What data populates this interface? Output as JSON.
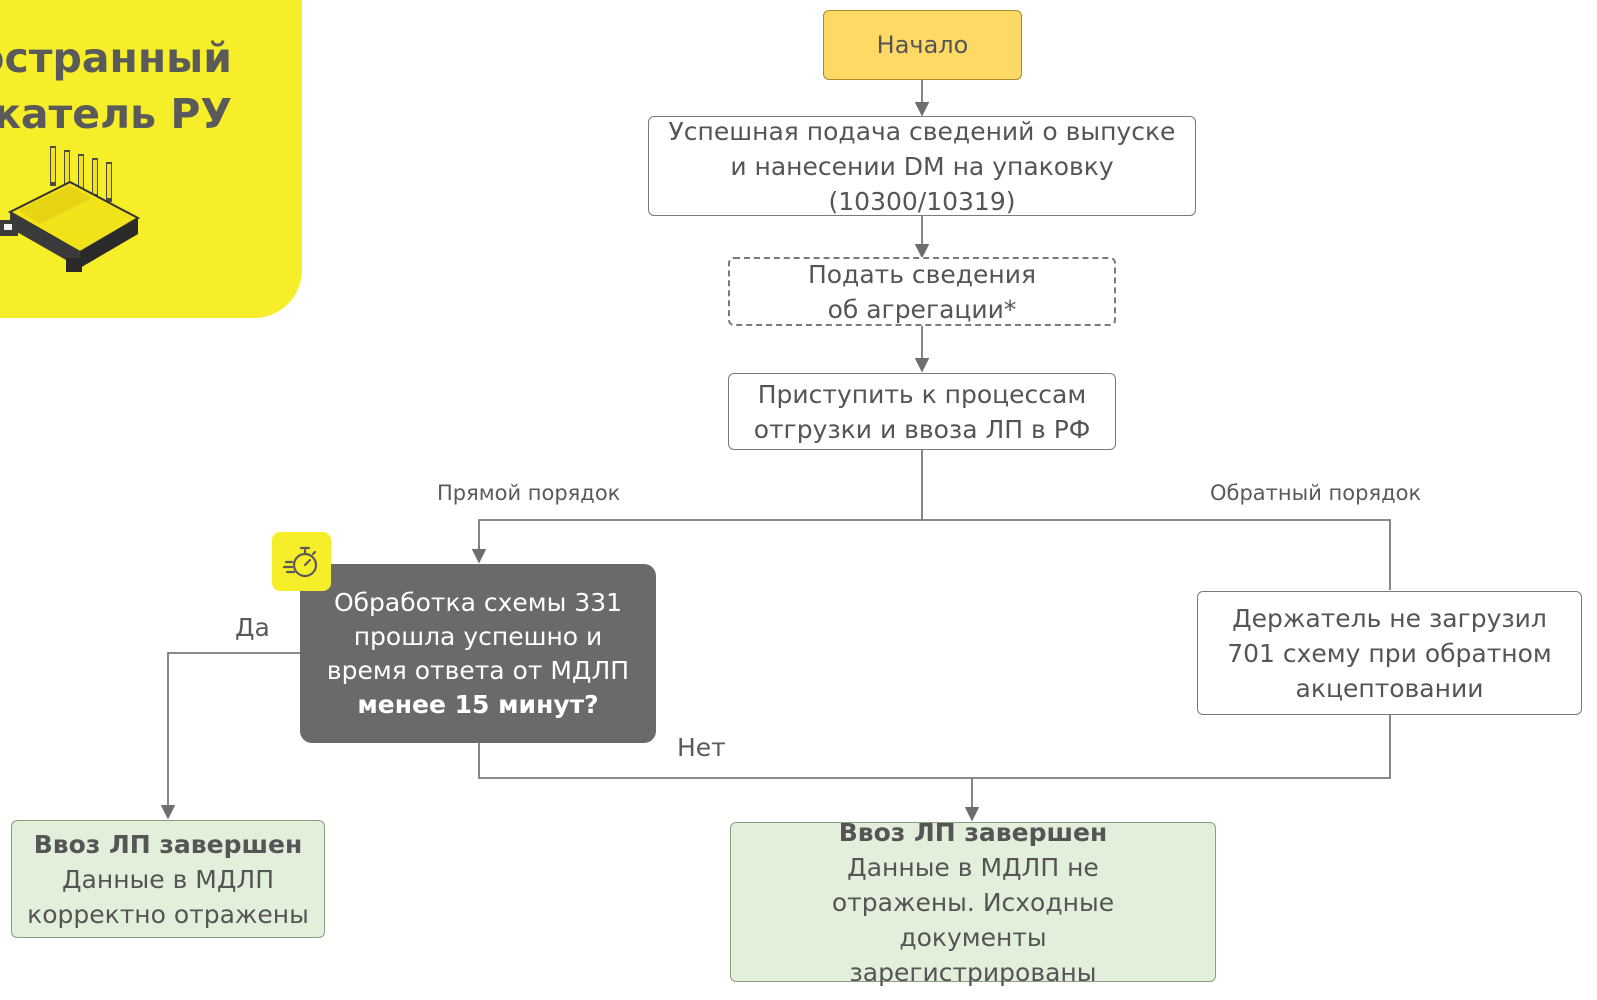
{
  "brand": {
    "title_line1": "остранный",
    "title_line2": "жатель РУ",
    "accent": "#f7ee2a"
  },
  "nodes": {
    "start": "Начало",
    "submit_release": "Успешная подача сведений о выпуске и нанесении DM на упаковку (10300/10319)",
    "aggregation": "Подать сведения об агрегации*",
    "shipment": "Приступить к процессам отгрузки и ввоза ЛП в РФ",
    "decision_part1": "Обработка схемы 331 прошла успешно и время ответа от МДЛП",
    "decision_bold": "менее 15 минут?",
    "holder_not_loaded": "Держатель не загрузил 701 схему при обратном акцептовании",
    "done_left_title": "Ввоз ЛП завершен",
    "done_left_text": "Данные в МДЛП корректно отражены",
    "done_right_title": "Ввоз ЛП завершен",
    "done_right_text": "Данные в МДЛП не отражены. Исходные документы зарегистрированы"
  },
  "edge_labels": {
    "direct": "Прямой порядок",
    "reverse": "Обратный порядок",
    "yes": "Да",
    "no": "Нет"
  },
  "icons": {
    "badge": "stopwatch-icon",
    "brand": "factory-icon"
  },
  "colors": {
    "start_fill": "#ffd966",
    "decision_fill": "#6a6a6d",
    "success_fill": "#e2efda",
    "line": "#7a7a7a"
  }
}
